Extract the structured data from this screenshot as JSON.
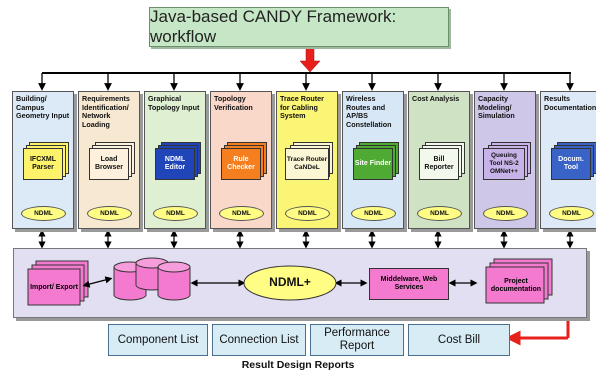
{
  "title": "Java-based CANDY Framework: workflow",
  "modules": [
    {
      "label": "Building/ Campus Geometry Input",
      "tool": "IFCXML Parser",
      "bg": "#dceaf7",
      "tool_color": "#fdf36b",
      "ndml": "NDML"
    },
    {
      "label": "Requirements Identification/ Network Loading",
      "tool": "Load Browser",
      "bg": "#f7e8d2",
      "tool_color": "#fdf1de",
      "ndml": "NDML"
    },
    {
      "label": "Graphical Topology Input",
      "tool": "NDML Editor",
      "bg": "#dff0d2",
      "tool_color": "#1f45b8",
      "ndml": "NDML"
    },
    {
      "label": "Topology Verification",
      "tool": "Rule Checker",
      "bg": "#f9d7c9",
      "tool_color": "#f57f1f",
      "ndml": "NDML"
    },
    {
      "label": "Trace Router for Cabling System",
      "tool": "Trace Router CaNDeL",
      "bg": "#fbf576",
      "tool_color": "#fbf7d4",
      "ndml": "NDML"
    },
    {
      "label": "Wireless Routes and AP/BS Constellation",
      "tool": "Site Finder",
      "bg": "#d8e7f6",
      "tool_color": "#4faa33",
      "ndml": "NDML"
    },
    {
      "label": "Cost Analysis",
      "tool": "Bill Reporter",
      "bg": "#cfe2c4",
      "tool_color": "#f2f8ec",
      "ndml": "NDML"
    },
    {
      "label": "Capacity Modeling/ Simulation",
      "tool": "Queuing Tool NS-2 OMNet++",
      "bg": "#cec7e8",
      "tool_color": "#c7b3e8",
      "ndml": "NDML"
    },
    {
      "label": "Results Documentation",
      "tool": "Docum. Tool",
      "bg": "#dde9f6",
      "tool_color": "#3a63c8",
      "ndml": "NDML"
    }
  ],
  "integration": {
    "import_export": "Import/ Export",
    "central": "NDML+",
    "middleware": "Middelware, Web Services",
    "project_doc": "Project documentation"
  },
  "reports": [
    "Component List",
    "Connection List",
    "Performance Report",
    "Cost Bill"
  ],
  "footer": "Result Design Reports",
  "colors": {
    "arrow_accent": "#e8201c",
    "title_bg": "#c6e7c6",
    "panel_bg": "#e3dff2",
    "report_bg": "#d8ecf6"
  }
}
